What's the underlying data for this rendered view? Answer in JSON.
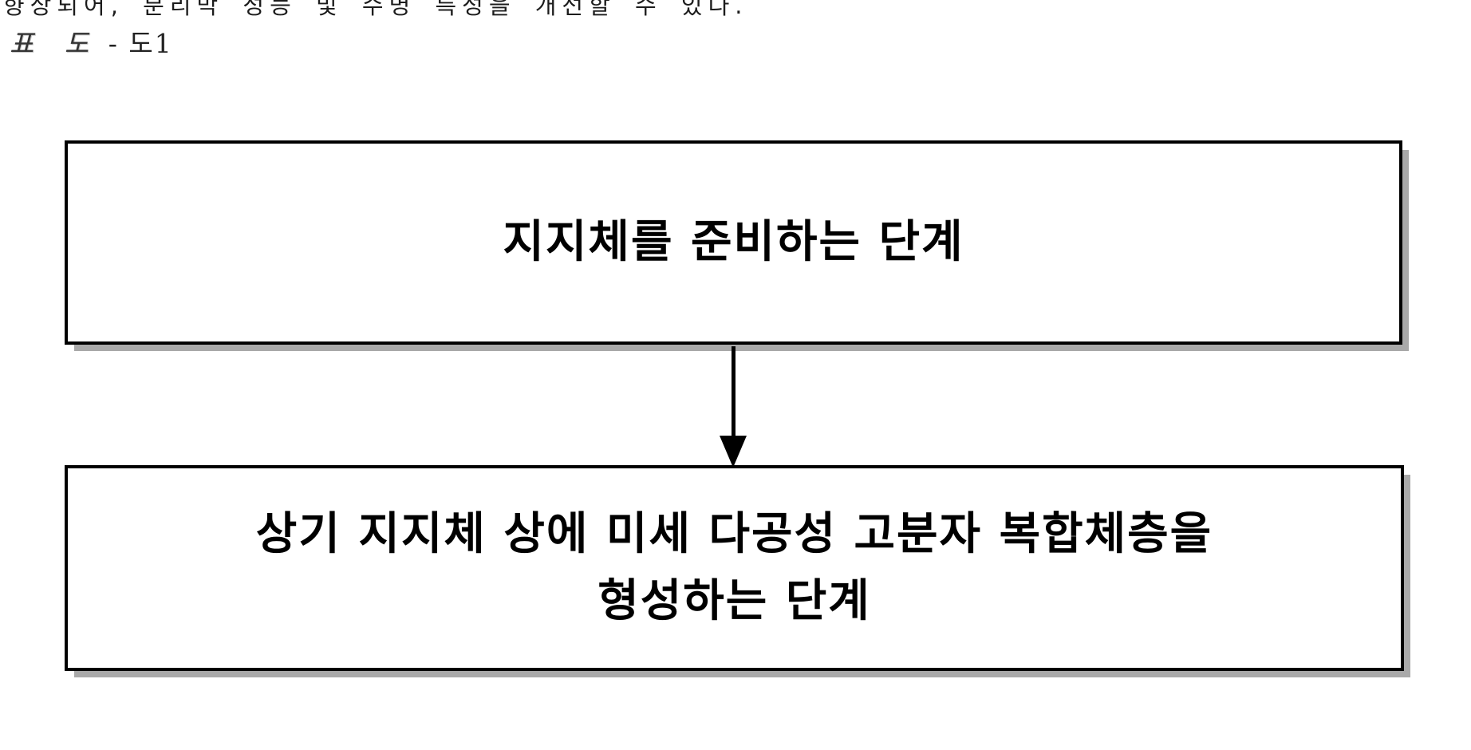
{
  "page": {
    "clipped_top_line": "향상되어, 분리막 성능 및 수명 특성을 개선할 수 있다.",
    "figure_label": {
      "italic_text": "표 도",
      "reference": "- 도1"
    }
  },
  "flowchart": {
    "figure_number": "도1",
    "connector": "arrow-down",
    "steps": [
      {
        "id": 1,
        "label": "지지체를 준비하는 단계"
      },
      {
        "id": 2,
        "label_line1": "상기 지지체 상에 미세 다공성 고분자 복합체층을",
        "label_line2": "형성하는 단계"
      }
    ]
  },
  "colors": {
    "background": "#ffffff",
    "box_border": "#000000",
    "box_fill": "#ffffff",
    "box_shadow": "#a9a9a9",
    "text": "#000000",
    "arrow": "#000000"
  }
}
